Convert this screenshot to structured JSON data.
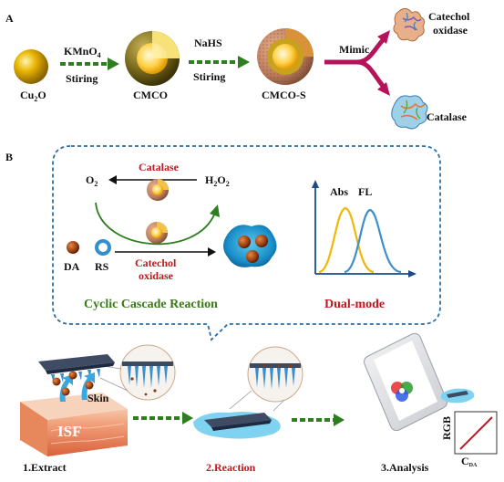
{
  "panel_a": {
    "label": "A",
    "cu2o": "Cu",
    "cu2o_sub": "2",
    "cu2o_tail": "O",
    "step1_reagent": "KMnO",
    "step1_reagent_sub": "4",
    "step1_action": "Stiring",
    "cmco": "CMCO",
    "step2_reagent": "NaHS",
    "step2_action": "Stiring",
    "cmcos": "CMCO-S",
    "mimic": "Mimic",
    "enzyme1_line1": "Catechol",
    "enzyme1_line2": "oxidase",
    "enzyme2": "Catalase"
  },
  "panel_b": {
    "label": "B",
    "o2": "O",
    "o2_sub": "2",
    "catalase": "Catalase",
    "h2o2_a": "H",
    "h2o2_sub1": "2",
    "h2o2_b": "O",
    "h2o2_sub2": "2",
    "da": "DA",
    "rs": "RS",
    "catechol1": "Catechol",
    "catechol2": "oxidase",
    "abs": "Abs",
    "fl": "FL",
    "cyclic": "Cyclic Cascade Reaction",
    "dual": "Dual-mode",
    "skin": "Skin",
    "isf": "ISF",
    "step1": "1.Extract",
    "step2": "2.Reaction",
    "step3": "3.Analysis",
    "rgb": "RGB",
    "cda": "C",
    "cda_sub": "DA"
  },
  "colors": {
    "green_arrow": "#2e7d1f",
    "magenta": "#b5135a",
    "red_text": "#c0181f",
    "green_text": "#3a7a1a",
    "dash_blue": "#2a6ea6",
    "abs_peak": "#f2b705",
    "fl_peak": "#3b8fd1"
  }
}
